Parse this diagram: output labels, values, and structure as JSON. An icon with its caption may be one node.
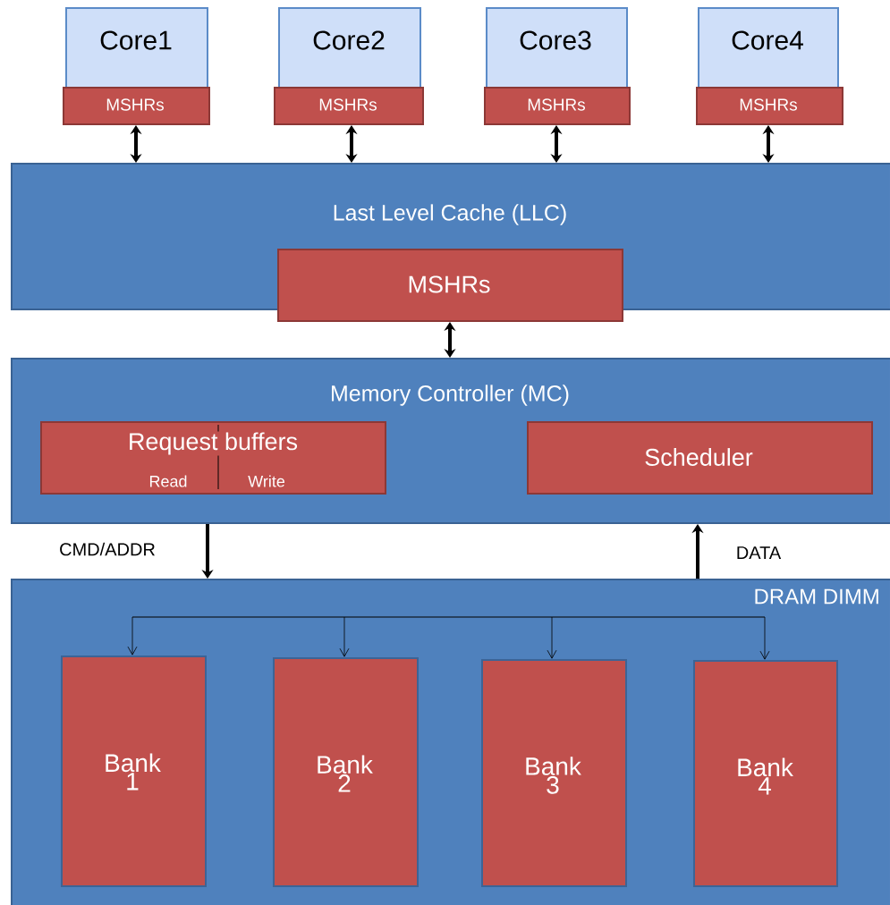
{
  "diagram": {
    "nodes": [
      {
        "text": [
          "Core1"
        ]
      },
      {
        "text": [
          "Core2"
        ]
      },
      {
        "text": [
          "Core3"
        ]
      },
      {
        "text": [
          "Core4"
        ]
      },
      {
        "text": [
          "MSHRs"
        ]
      },
      {
        "text": [
          "MSHRs"
        ]
      },
      {
        "text": [
          "MSHRs"
        ]
      },
      {
        "text": [
          "MSHRs"
        ]
      },
      {
        "text": [
          "Last Level Cache (LLC)"
        ]
      },
      {
        "text": [
          "MSHRs"
        ]
      },
      {
        "text": [
          "Memory Controller (MC)"
        ]
      },
      {
        "text": [
          "Request buffers",
          "Read",
          "Write"
        ],
        "in": 10
      },
      {
        "text": [
          "Scheduler"
        ],
        "in": 10
      },
      {
        "text": [
          "DRAM DIMM"
        ]
      },
      {
        "text": [
          "Bank 1"
        ],
        "in": 13
      },
      {
        "text": [
          "Bank 2"
        ],
        "in": 13
      },
      {
        "text": [
          "Bank 3"
        ],
        "in": 13
      },
      {
        "text": [
          "Bank 4"
        ],
        "in": 13
      }
    ],
    "edges": [
      {
        "from": 4,
        "to": 8,
        "arrow": "both"
      },
      {
        "from": 5,
        "to": 8,
        "arrow": "both"
      },
      {
        "from": 6,
        "to": 8,
        "arrow": "both"
      },
      {
        "from": 7,
        "to": 8,
        "arrow": "both"
      },
      {
        "from": 9,
        "to": 10,
        "arrow": "both"
      },
      {
        "from": 10,
        "to": 13,
        "arrow": "to",
        "label": "CMD/ADDR"
      },
      {
        "from": 13,
        "to": 10,
        "arrow": "to",
        "label": "DATA"
      },
      {
        "from": null,
        "to": 14,
        "arrow": "to"
      },
      {
        "from": null,
        "to": 15,
        "arrow": "to"
      },
      {
        "from": null,
        "to": 16,
        "arrow": "to"
      },
      {
        "from": null,
        "to": 17,
        "arrow": "to"
      }
    ]
  }
}
